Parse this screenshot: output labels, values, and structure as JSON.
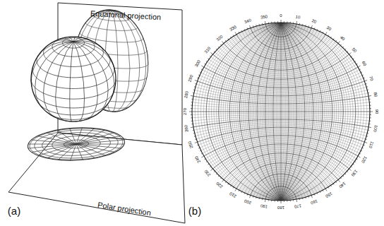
{
  "diagram": {
    "labels": [
      "Equatorial projection",
      "Polar projection",
      "(a)",
      "(b)",
      "0",
      "10",
      "20",
      "30",
      "40",
      "50",
      "60",
      "70",
      "80",
      "90",
      "100",
      "110",
      "120",
      "130",
      "140",
      "150",
      "160",
      "170",
      "180",
      "190",
      "200",
      "210",
      "220",
      "230",
      "240",
      "250",
      "260",
      "270",
      "280",
      "290",
      "300",
      "310",
      "320",
      "330",
      "340",
      "350"
    ]
  }
}
